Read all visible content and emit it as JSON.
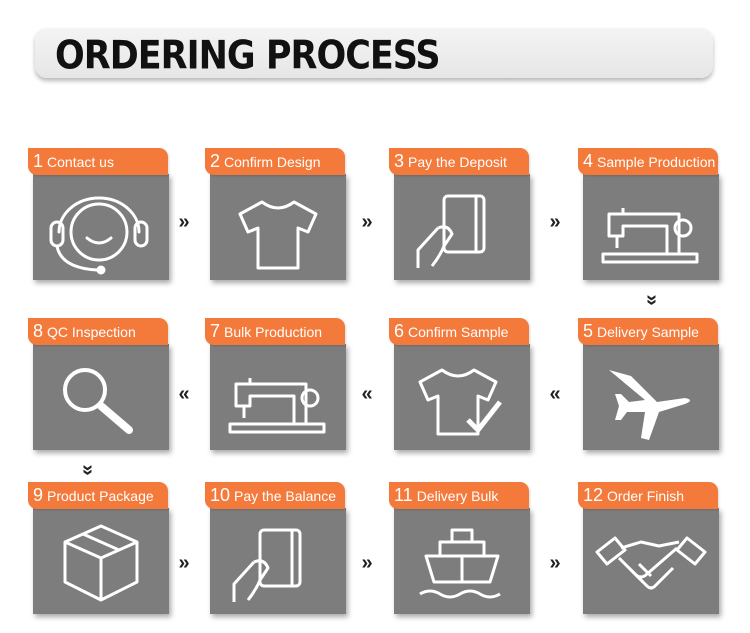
{
  "title": "ORDERING PROCESS",
  "colors": {
    "label": "#f47a3c",
    "card": "#7d7d7d"
  },
  "steps": [
    {
      "num": "1",
      "label": "Contact us",
      "icon": "headset-icon"
    },
    {
      "num": "2",
      "label": "Confirm Design",
      "icon": "tshirt-icon"
    },
    {
      "num": "3",
      "label": "Pay the Deposit",
      "icon": "card-payment-icon"
    },
    {
      "num": "4",
      "label": "Sample Production",
      "icon": "sewing-machine-icon"
    },
    {
      "num": "5",
      "label": "Delivery Sample",
      "icon": "airplane-icon"
    },
    {
      "num": "6",
      "label": "Confirm Sample",
      "icon": "tshirt-check-icon"
    },
    {
      "num": "7",
      "label": "Bulk Production",
      "icon": "sewing-machine-icon"
    },
    {
      "num": "8",
      "label": "QC Inspection",
      "icon": "magnifier-icon"
    },
    {
      "num": "9",
      "label": "Product Package",
      "icon": "box-icon"
    },
    {
      "num": "10",
      "label": "Pay the Balance",
      "icon": "card-payment-icon"
    },
    {
      "num": "11",
      "label": "Delivery Bulk",
      "icon": "ship-icon"
    },
    {
      "num": "12",
      "label": "Order Finish",
      "icon": "handshake-icon"
    }
  ],
  "arrows": {
    "right": "»",
    "left": "«",
    "down": "»"
  }
}
